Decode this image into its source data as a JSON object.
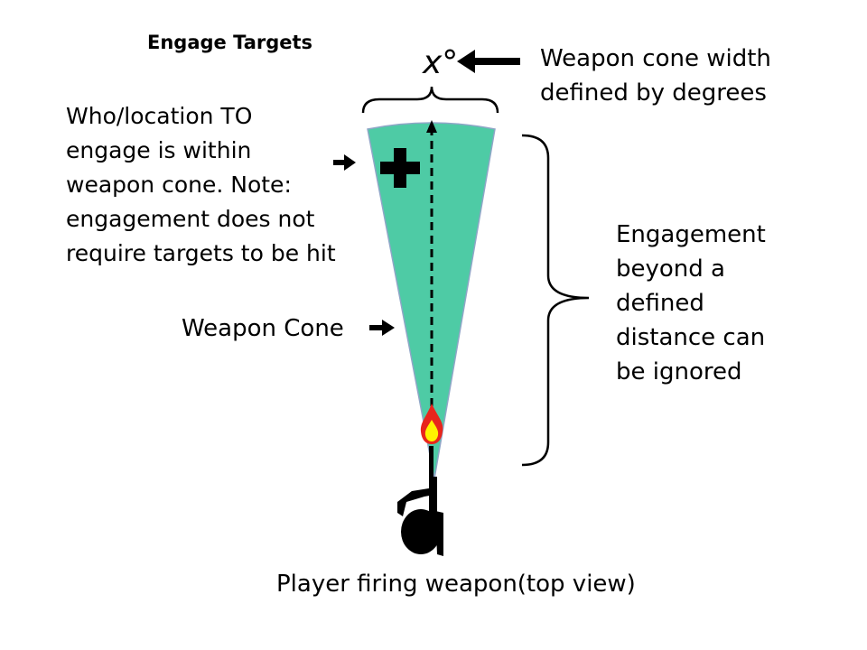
{
  "title": "Engage Targets",
  "angle_label": "x°",
  "cone_width_note": [
    "Weapon cone width",
    "defined by degrees"
  ],
  "target_note": [
    "Who/location TO",
    "engage is within",
    "weapon cone.  Note:",
    "engagement does not",
    "require targets to be hit"
  ],
  "cone_label": "Weapon Cone",
  "distance_note": [
    "Engagement",
    "beyond a",
    "defined",
    "distance can",
    "be ignored"
  ],
  "player_caption": "Player firing weapon(top view)",
  "colors": {
    "cone_fill": "#4ecba5",
    "cone_stroke": "#8fa6c7",
    "flame_outer": "#e8251c",
    "flame_inner": "#fff200",
    "ink": "#000000"
  },
  "icons": [
    "target-cross-icon",
    "muzzle-flash-icon",
    "player-icon",
    "arrow-icon"
  ]
}
